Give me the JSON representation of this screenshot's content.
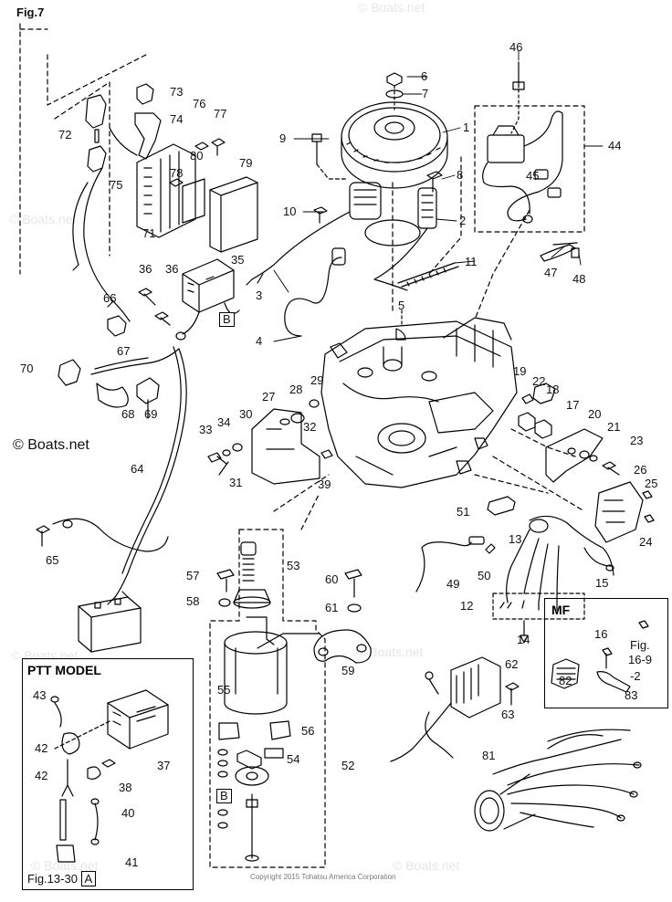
{
  "figure_ref_top": "Fig.7",
  "figure_ref_bottom": "Fig.13-30",
  "figure_ref_bottom_box": "A",
  "watermark_boatsnet": "© Boats.net",
  "watermark_faint": "© Boats.net",
  "copyright": "Copyright 2015 Tohatsu America Corporation",
  "ptt_title": "PTT MODEL",
  "mf_title": "MF",
  "mf_fig_ref": "Fig.",
  "mf_fig_num_a": "16-9",
  "mf_fig_num_b": "-2",
  "box_b_label": "B",
  "callouts": {
    "c1": "1",
    "c2": "2",
    "c3": "3",
    "c4": "4",
    "c5": "5",
    "c6": "6",
    "c7": "7",
    "c8": "8",
    "c9": "9",
    "c10": "10",
    "c11": "11",
    "c12": "12",
    "c13": "13",
    "c14": "14",
    "c15": "15",
    "c16": "16",
    "c17": "17",
    "c18": "18",
    "c19": "19",
    "c20": "20",
    "c21": "21",
    "c22": "22",
    "c23": "23",
    "c24": "24",
    "c25": "25",
    "c26": "26",
    "c27": "27",
    "c28": "28",
    "c29": "29",
    "c30": "30",
    "c31": "31",
    "c32": "32",
    "c33": "33",
    "c34": "34",
    "c35": "35",
    "c36a": "36",
    "c36b": "36",
    "c37": "37",
    "c38": "38",
    "c39": "39",
    "c40": "40",
    "c41": "41",
    "c42a": "42",
    "c42b": "42",
    "c43": "43",
    "c44": "44",
    "c45": "45",
    "c46": "46",
    "c47": "47",
    "c48": "48",
    "c49": "49",
    "c50": "50",
    "c51": "51",
    "c52": "52",
    "c53": "53",
    "c54": "54",
    "c55": "55",
    "c56": "56",
    "c57": "57",
    "c58": "58",
    "c59": "59",
    "c60": "60",
    "c61": "61",
    "c62": "62",
    "c63": "63",
    "c64": "64",
    "c65": "65",
    "c66": "66",
    "c67": "67",
    "c68": "68",
    "c69": "69",
    "c70": "70",
    "c71": "71",
    "c72": "72",
    "c73": "73",
    "c74": "74",
    "c75": "75",
    "c76": "76",
    "c77": "77",
    "c78": "78",
    "c79": "79",
    "c80": "80",
    "c81": "81",
    "c82": "82",
    "c83": "83"
  }
}
